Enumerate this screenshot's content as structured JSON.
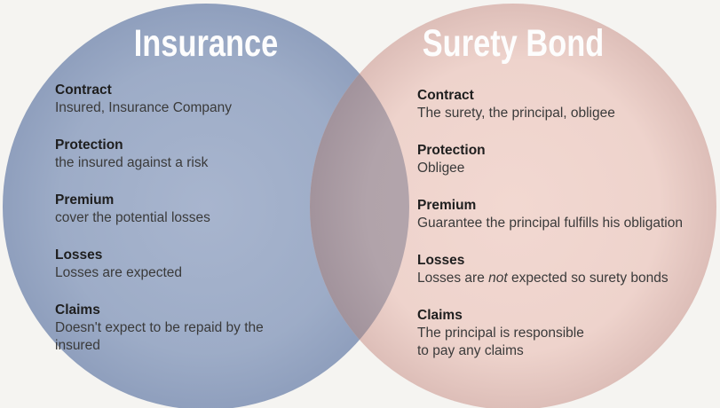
{
  "background_color": "#f5f4f1",
  "diagram_type": "venn-2-circles",
  "left": {
    "title": "Insurance",
    "color_center": "#a8b5ce",
    "color": "#9dacc7",
    "color_edge": "#8f9fbd",
    "sections": [
      {
        "heading": "Contract",
        "body": "Insured, Insurance Company"
      },
      {
        "heading": "Protection",
        "body": "the insured against a risk"
      },
      {
        "heading": "Premium",
        "body": "cover the potential losses"
      },
      {
        "heading": "Losses",
        "body": "Losses are expected"
      },
      {
        "heading": "Claims",
        "body": "Doesn't expect to be repaid by the\ninsured"
      }
    ]
  },
  "right": {
    "title": "Surety Bond",
    "color_center": "#f2d8d1",
    "color": "#eed3cc",
    "color_edge": "#ddbeb8",
    "sections": [
      {
        "heading": "Contract",
        "body": "The surety, the principal, obligee"
      },
      {
        "heading": "Protection",
        "body": "Obligee"
      },
      {
        "heading": "Premium",
        "body": "Guarantee the principal fulfills his obligation"
      },
      {
        "heading": "Losses",
        "body_before": "Losses are ",
        "body_italic": "not",
        "body_after": " expected so surety bonds"
      },
      {
        "heading": "Claims",
        "body": "The principal is responsible\nto pay any claims"
      }
    ]
  },
  "overlap": {
    "color_center": "#b6a8af",
    "color": "#b1a3aa",
    "color_edge": "#a2939c"
  },
  "title_text_color": "#fdfdfd"
}
